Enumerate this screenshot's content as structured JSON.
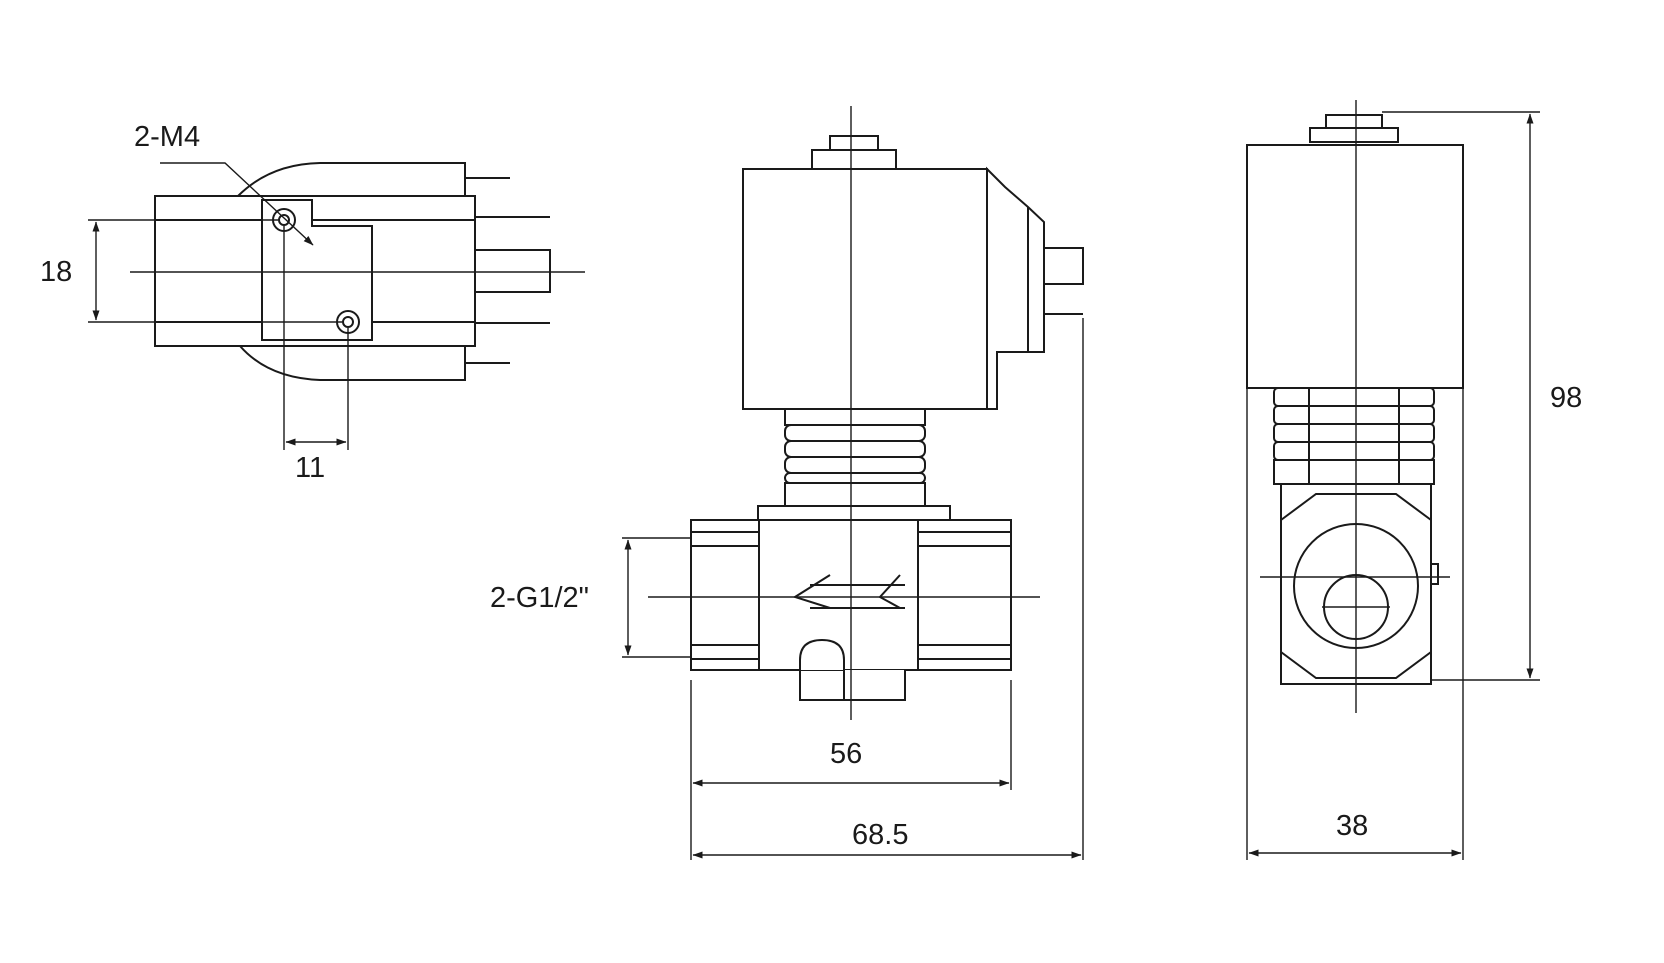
{
  "dimensions": {
    "thread_holes": "2-M4",
    "hole_spacing_vertical": "18",
    "hole_spacing_horizontal": "11",
    "port_thread": "2-G1/2\"",
    "body_length": "56",
    "overall_length": "68.5",
    "body_width": "38",
    "overall_height": "98"
  },
  "colors": {
    "line": "#1a1a1a",
    "background": "#ffffff"
  }
}
